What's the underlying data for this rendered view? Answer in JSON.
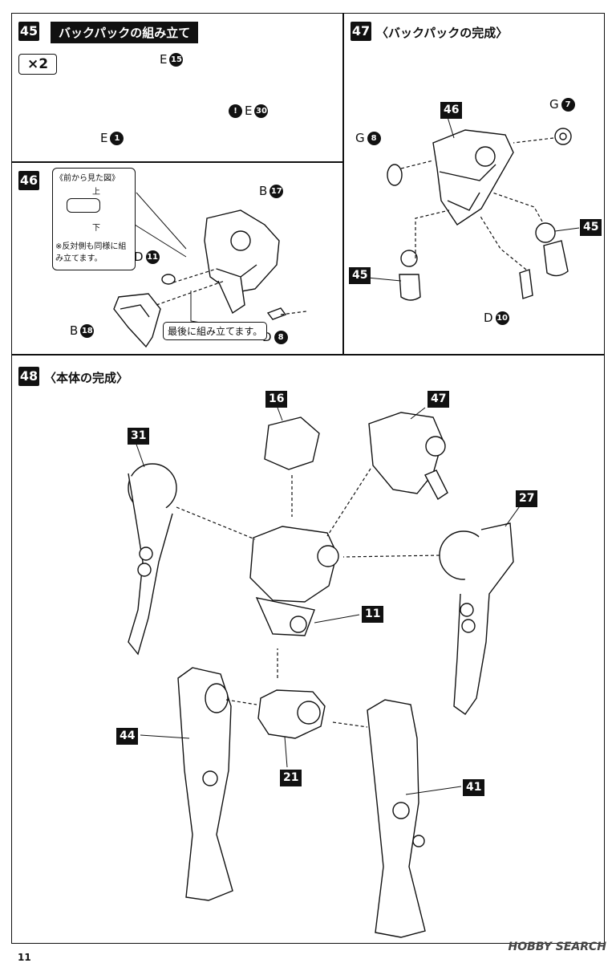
{
  "steps": {
    "s45": {
      "num": "45",
      "title": "バックパックの組み立て",
      "multiplier": "×2",
      "parts": [
        {
          "letter": "E",
          "num": "15"
        },
        {
          "letter": "E",
          "num": "30"
        },
        {
          "letter": "E",
          "num": "1"
        }
      ]
    },
    "s46": {
      "num": "46",
      "inset_title": "《前から見た図》",
      "inset_up": "上",
      "inset_down": "下",
      "inset_note": "※反対側も同様に組み立てます。",
      "callout": "最後に組み立てます。",
      "parts": [
        {
          "letter": "B",
          "num": "17"
        },
        {
          "letter": "D",
          "num": "11"
        },
        {
          "letter": "B",
          "num": "18"
        },
        {
          "letter": "D",
          "num": "8"
        }
      ]
    },
    "s47": {
      "num": "47",
      "title": "〈バックパックの完成〉",
      "parts": [
        {
          "letter": "G",
          "num": "8"
        },
        {
          "letter": "G",
          "num": "7"
        },
        {
          "letter": "D",
          "num": "10"
        }
      ],
      "tags": [
        "46",
        "45",
        "45"
      ]
    },
    "s48": {
      "num": "48",
      "title": "〈本体の完成〉",
      "tags": [
        "16",
        "47",
        "31",
        "27",
        "11",
        "44",
        "21",
        "41"
      ]
    }
  },
  "footer": {
    "page_number": "11",
    "watermark": "HOBBY SEARCH"
  }
}
